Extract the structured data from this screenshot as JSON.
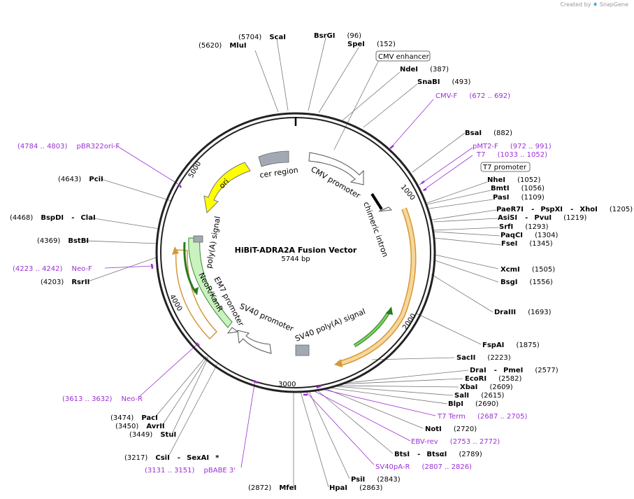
{
  "credit": {
    "prefix": "Created by",
    "brand": "SnapGene"
  },
  "map": {
    "name": "HiBiT-ADRA2A Fusion Vector",
    "length": "5744 bp"
  },
  "ticks": [
    "1000",
    "2000",
    "3000",
    "4000",
    "5000"
  ],
  "features": {
    "cmv_promoter": "CMV promoter",
    "chimeric_intron": "chimeric intron",
    "sv40_polya": "SV40 poly(A) signal",
    "sv40_promoter": "SV40 promoter",
    "em7_promoter": "EM7 promoter",
    "neor": "NeoR/KanR",
    "polya": "poly(A) signal",
    "ori": "ori",
    "cer": "cer region"
  },
  "boxed_features": {
    "cmv_enhancer": "CMV enhancer",
    "t7_promoter": "T7 promoter"
  },
  "sites": {
    "mlui": {
      "name": "MluI",
      "pos": "(5620)"
    },
    "scai": {
      "name": "ScaI",
      "pos": "(5704)"
    },
    "bsrgi": {
      "name": "BsrGI",
      "pos": "(96)"
    },
    "spei": {
      "name": "SpeI",
      "pos": "(152)"
    },
    "ndei": {
      "name": "NdeI",
      "pos": "(387)"
    },
    "snabi": {
      "name": "SnaBI",
      "pos": "(493)"
    },
    "bsai": {
      "name": "BsaI",
      "pos": "(882)"
    },
    "nhei": {
      "name": "NheI",
      "pos": "(1052)"
    },
    "bmti": {
      "name": "BmtI",
      "pos": "(1056)"
    },
    "pasi": {
      "name": "PasI",
      "pos": "(1109)"
    },
    "paer7i": {
      "name": "PaeR7I",
      "sep1": "-",
      "name2": "PspXI",
      "sep2": "-",
      "name3": "XhoI",
      "pos": "(1205)"
    },
    "asisi": {
      "name": "AsiSI",
      "sep": "-",
      "name2": "PvuI",
      "pos": "(1219)"
    },
    "srfi": {
      "name": "SrfI",
      "pos": "(1293)"
    },
    "paqci": {
      "name": "PaqCI",
      "pos": "(1304)"
    },
    "fsei": {
      "name": "FseI",
      "pos": "(1345)"
    },
    "xcmi": {
      "name": "XcmI",
      "pos": "(1505)"
    },
    "bsgi": {
      "name": "BsgI",
      "pos": "(1556)"
    },
    "draiii": {
      "name": "DraIII",
      "pos": "(1693)"
    },
    "fspai": {
      "name": "FspAI",
      "pos": "(1875)"
    },
    "sacii": {
      "name": "SacII",
      "pos": "(2223)"
    },
    "drai": {
      "name": "DraI",
      "sep": "-",
      "name2": "PmeI",
      "pos": "(2577)"
    },
    "ecori": {
      "name": "EcoRI",
      "pos": "(2582)"
    },
    "xbai": {
      "name": "XbaI",
      "pos": "(2609)"
    },
    "sali": {
      "name": "SalI",
      "pos": "(2615)"
    },
    "blpi": {
      "name": "BlpI",
      "pos": "(2690)"
    },
    "noti": {
      "name": "NotI",
      "pos": "(2720)"
    },
    "btsi": {
      "name": "BtsI",
      "sep": "-",
      "name2": "BtsαI",
      "pos": "(2789)"
    },
    "psii": {
      "name": "PsiI",
      "pos": "(2843)"
    },
    "hpai": {
      "name": "HpaI",
      "pos": "(2863)"
    },
    "mfei": {
      "name": "MfeI",
      "pos": "(2872)"
    },
    "csii": {
      "name": "CsiI",
      "sep": "-",
      "name2": "SexAI",
      "star": "*",
      "pos": "(3217)"
    },
    "pacl": {
      "name": "PacI",
      "pos": "(3474)"
    },
    "avrii": {
      "name": "AvrII",
      "pos": "(3450)"
    },
    "stui": {
      "name": "StuI",
      "pos": "(3449)"
    },
    "rsrii": {
      "name": "RsrII",
      "pos": "(4203)"
    },
    "bstbi": {
      "name": "BstBI",
      "pos": "(4369)"
    },
    "bspdi": {
      "name": "BspDI",
      "sep": "-",
      "name2": "ClaI",
      "pos": "(4468)"
    },
    "pcii": {
      "name": "PciI",
      "pos": "(4643)"
    }
  },
  "primers": {
    "cmvf": {
      "name": "CMV-F",
      "range": "(672 .. 692)"
    },
    "pmt2f": {
      "name": "pMT2-F",
      "range": "(972 .. 991)"
    },
    "t7": {
      "name": "T7",
      "range": "(1033 .. 1052)"
    },
    "t7term": {
      "name": "T7 Term",
      "range": "(2687 .. 2705)"
    },
    "ebvrev": {
      "name": "EBV-rev",
      "range": "(2753 .. 2772)"
    },
    "sv40par": {
      "name": "SV40pA-R",
      "range": "(2807 .. 2826)"
    },
    "pbabe3": {
      "name": "pBABE 3'",
      "range": "(3131 .. 3151)"
    },
    "neor_primer": {
      "name": "Neo-R",
      "range": "(3613 .. 3632)"
    },
    "neof": {
      "name": "Neo-F",
      "range": "(4223 .. 4242)"
    },
    "pbr322": {
      "name": "pBR322ori-F",
      "range": "(4784 .. 4803)"
    }
  }
}
